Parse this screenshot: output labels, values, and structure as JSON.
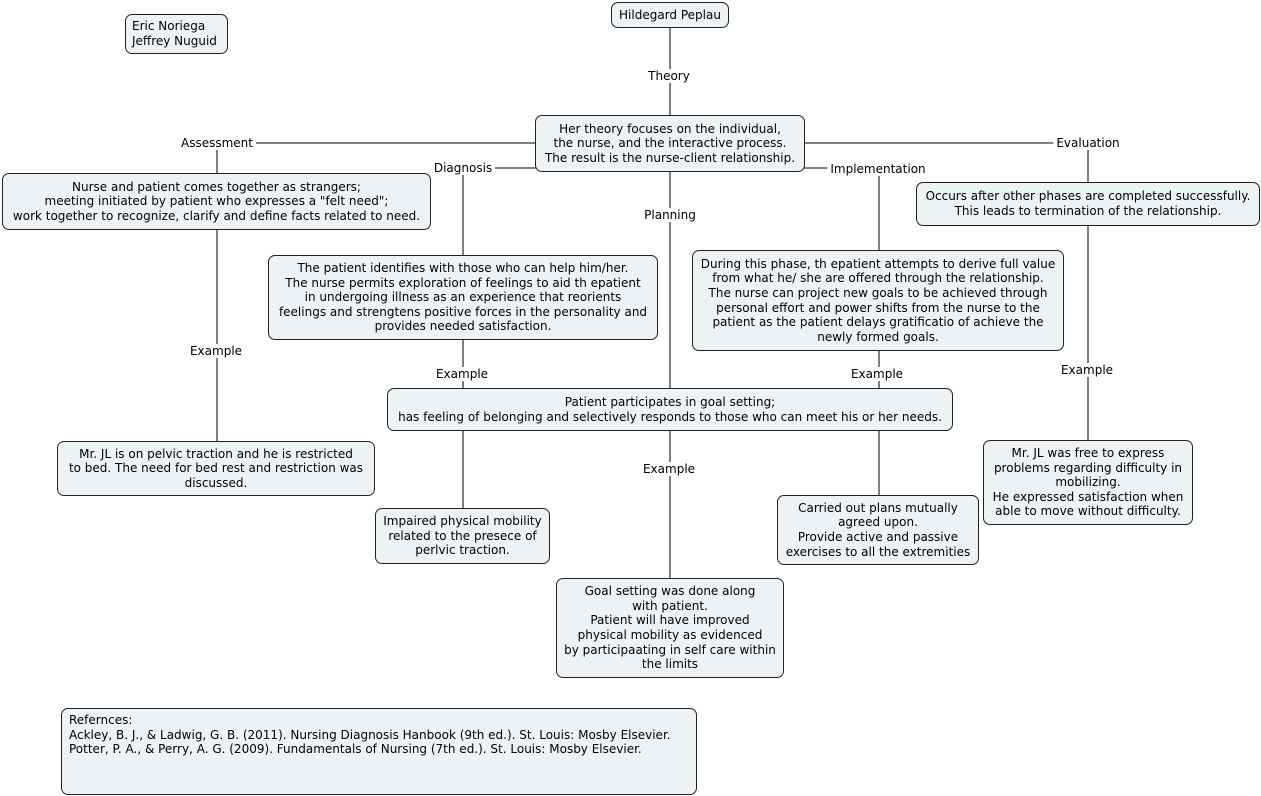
{
  "authors": "Eric Noriega\nJeffrey Nuguid",
  "theorist": "Hildegard Peplau",
  "theory_label": "Theory",
  "theory": "Her theory focuses on the individual,\nthe nurse, and the interactive process.\nThe result is the nurse-client relationship.",
  "phases": {
    "assessment": {
      "label": "Assessment",
      "text": "Nurse and patient comes together as strangers;\nmeeting initiated by patient who expresses a \"felt need\";\nwork together to recognize, clarify and define facts related to need.",
      "example_label": "Example",
      "example": "Mr. JL is on pelvic traction and he is restricted\nto bed. The need for bed rest and restriction was\ndiscussed."
    },
    "diagnosis": {
      "label": "Diagnosis",
      "text": "The patient identifies with those who can help him/her.\nThe nurse permits exploration of feelings to aid th epatient\nin undergoing illness as an experience that reorients\nfeelings and strengtens positive forces in the personality and\nprovides needed satisfaction.",
      "example_label": "Example",
      "example": "Impaired physical mobility\nrelated to the presece of\nperlvic traction."
    },
    "planning": {
      "label": "Planning",
      "text": "Patient participates in goal setting;\nhas feeling of belonging and selectively responds to those who can meet his or her needs.",
      "example_label": "Example",
      "example": "Goal setting was done along\nwith patient.\nPatient will have improved\nphysical mobility as evidenced\nby participaating in self care within\nthe limits"
    },
    "implementation": {
      "label": "Implementation",
      "text": "During this phase, th epatient attempts to derive full value\nfrom what he/ she are offered through the relationship.\nThe nurse can project new goals to be achieved through\npersonal effort and power shifts from the nurse to the\npatient as the patient delays gratificatio of achieve the\nnewly formed goals.",
      "example_label": "Example",
      "example": "Carried out plans mutually\nagreed upon.\nProvide active and passive\nexercises to all the extremities"
    },
    "evaluation": {
      "label": "Evaluation",
      "text": "Occurs after other phases are completed successfully.\nThis leads to termination of the relationship.",
      "example_label": "Example",
      "example": "Mr. JL was free to express\nproblems regarding difficulty in\nmobilizing.\nHe expressed satisfaction when\nable to move without difficulty."
    }
  },
  "references": "Refernces:\nAckley, B. J., & Ladwig, G. B. (2011). Nursing Diagnosis Hanbook (9th ed.). St. Louis: Mosby Elsevier.\nPotter, P. A., & Perry, A. G. (2009). Fundamentals of Nursing (7th ed.). St. Louis: Mosby Elsevier.",
  "colors": {
    "node_fill": "#edf3f5",
    "node_border": "#222222",
    "connector": "#000000"
  }
}
